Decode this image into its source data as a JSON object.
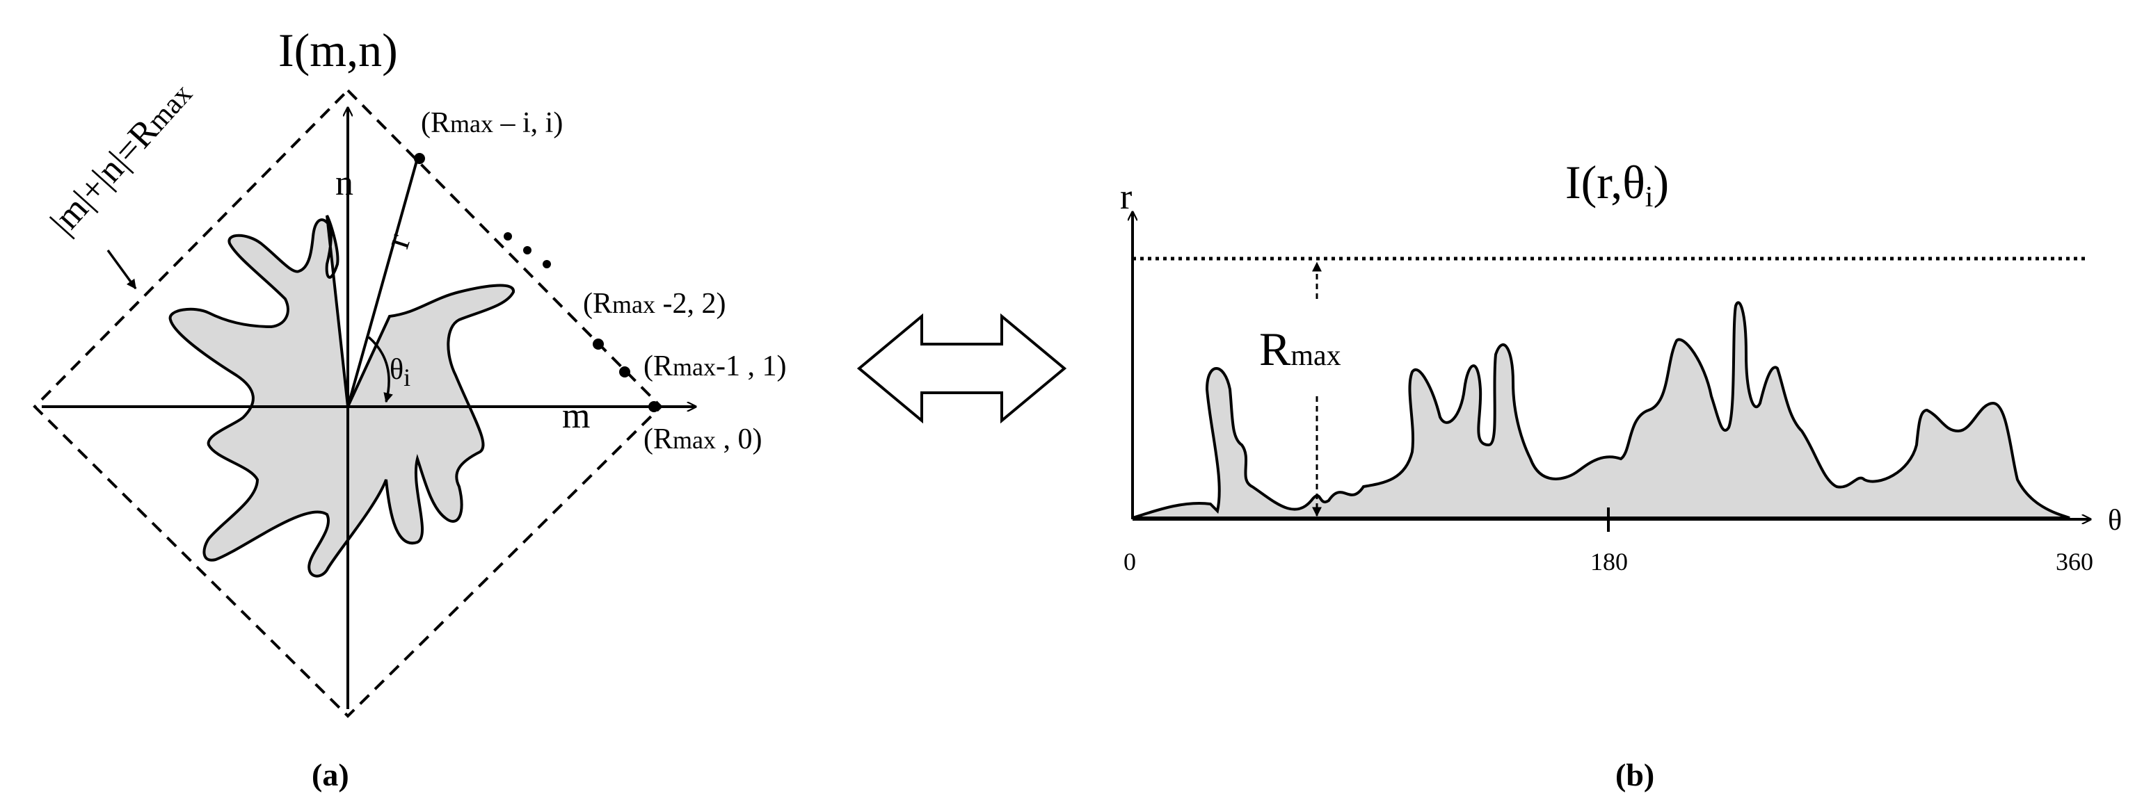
{
  "panel_a": {
    "title": "I(m,n)",
    "boundary_label": "|m|+|n|=R",
    "boundary_sub": "max",
    "axis_n": "n",
    "axis_m": "m",
    "radius_label": "r",
    "angle_label": "θ",
    "angle_sub": "i",
    "points": [
      {
        "text": "(R",
        "sub": "max",
        "rest": " – i, i)"
      },
      {
        "text": "(R",
        "sub": "max",
        "rest": " -2, 2)"
      },
      {
        "text": "(R",
        "sub": "max",
        "rest": "-1 , 1)"
      },
      {
        "text": "(R",
        "sub": "max",
        "rest": " , 0)"
      }
    ],
    "caption": "(a)"
  },
  "panel_b": {
    "title": "I(r,θ",
    "title_sub": "i",
    "title_close": ")",
    "axis_r": "r",
    "axis_theta": "θ",
    "rmax_label": "R",
    "rmax_sub": "max",
    "ticks": [
      "0",
      "180",
      "360"
    ],
    "caption": "(b)"
  },
  "colors": {
    "fill": "#d9d9d9",
    "stroke": "#000000"
  }
}
